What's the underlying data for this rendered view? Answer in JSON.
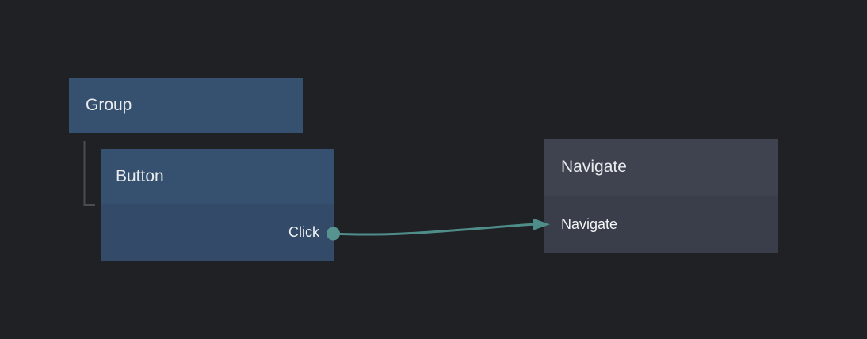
{
  "nodes": {
    "group": {
      "title": "Group"
    },
    "button": {
      "title": "Button",
      "port_label": "Click"
    },
    "navigate": {
      "title": "Navigate",
      "action_label": "Navigate"
    }
  },
  "connection": {
    "from": "Button.Click",
    "to": "Navigate"
  },
  "icons": {
    "output_port_dot": "filled-circle",
    "connection_arrowhead": "triangle-right"
  },
  "colors": {
    "background": "#202124",
    "node_blue_header": "#36506F",
    "node_blue_body": "#334B68",
    "node_gray_header": "#3F4350",
    "node_gray_body": "#3A3E4A",
    "wire_teal": "#4F8D8A",
    "port_teal": "#579490",
    "tree_line_gray": "#4B4C4E",
    "title_text": "#E9EBED",
    "label_text": "#F1F3F4"
  }
}
